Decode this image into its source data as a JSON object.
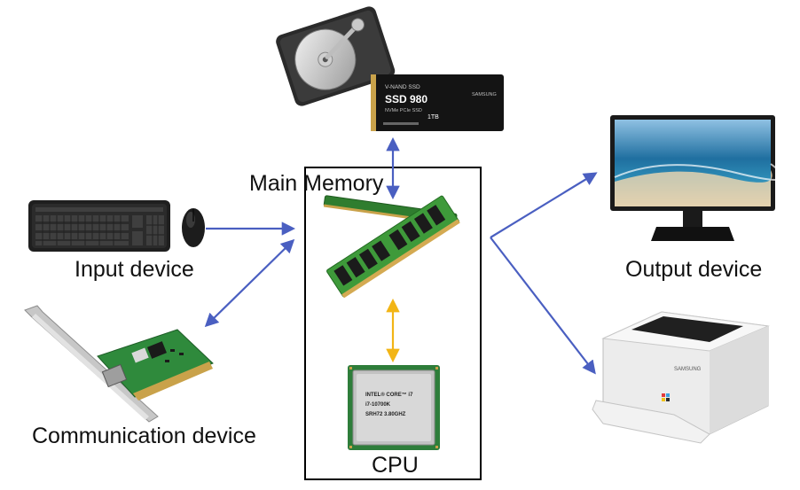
{
  "labels": {
    "main_memory": "Main Memory",
    "cpu": "CPU",
    "input_device": "Input device",
    "output_device": "Output device",
    "communication_device": "Communication device"
  },
  "ssd": {
    "brand_line": "V-NAND SSD",
    "model": "SSD 980",
    "interface": "NVMe PCIe SSD",
    "capacity": "1TB",
    "maker": "SAMSUNG"
  },
  "cpu_chip": {
    "line1": "INTEL® CORE™ i7",
    "line2": "i7-10700K",
    "line3": "SRH72 3.80GHZ"
  },
  "printer": {
    "maker": "SAMSUNG"
  },
  "colors": {
    "arrow_blue": "#4a5fc1",
    "arrow_yellow": "#f2b516",
    "frame": "#000000"
  },
  "icons": [
    "hard-disk-icon",
    "ssd-icon",
    "keyboard-icon",
    "mouse-icon",
    "network-card-icon",
    "ram-module-icon",
    "cpu-chip-icon",
    "monitor-icon",
    "printer-icon"
  ]
}
